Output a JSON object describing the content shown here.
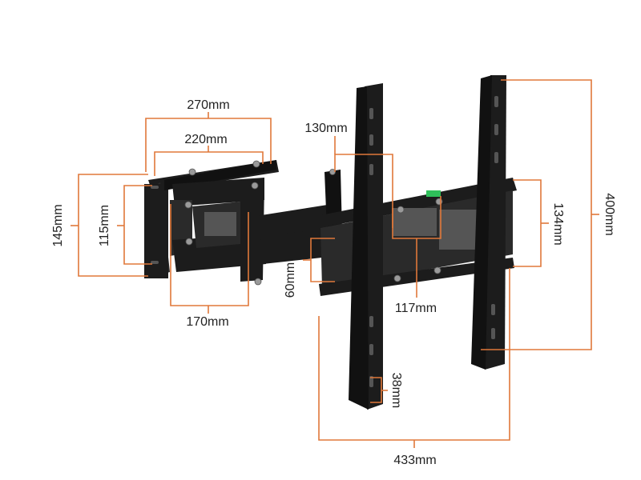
{
  "colors": {
    "dimension_line": "#e0783a",
    "bracket_metal": "#1c1c1c",
    "bubble_level": "#2fbf5a",
    "background": "#ffffff",
    "label_text": "#222222"
  },
  "dimensions": {
    "wall_plate_outer_width": "270mm",
    "wall_plate_inner_width": "220mm",
    "wall_plate_outer_height": "145mm",
    "wall_plate_inner_height": "115mm",
    "arm_depth": "170mm",
    "pivot_width": "130mm",
    "pivot_height": "60mm",
    "tv_plate_center": "117mm",
    "tv_rail_height": "134mm",
    "tv_plate_height": "400mm",
    "slot_height": "38mm",
    "tv_plate_width": "433mm"
  }
}
